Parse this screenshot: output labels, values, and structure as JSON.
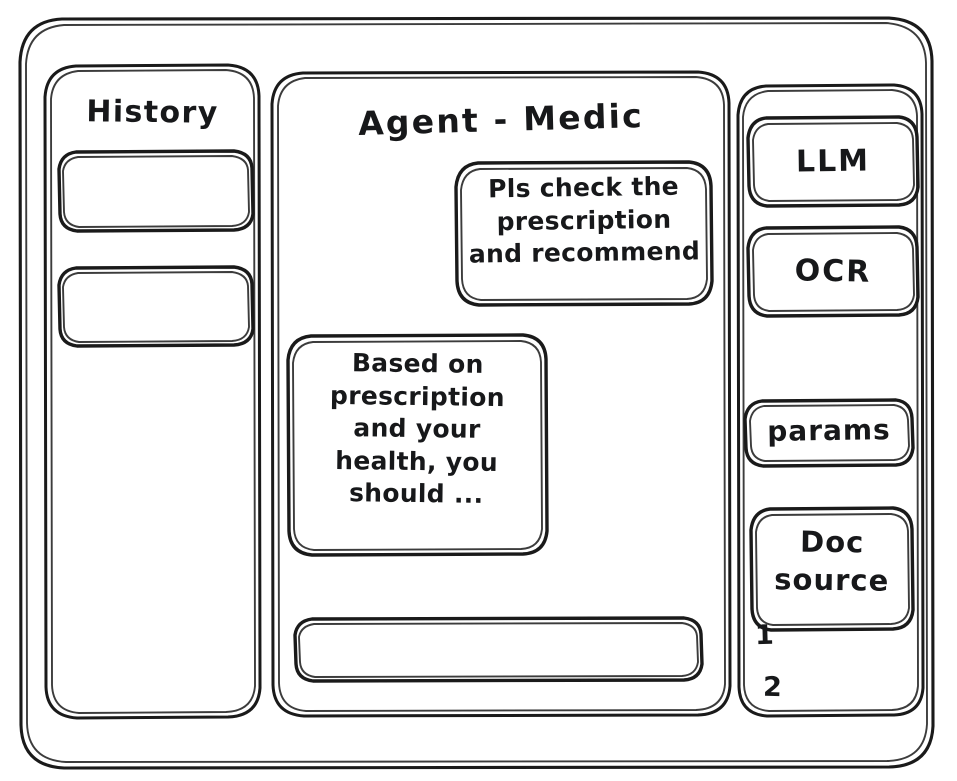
{
  "app": {
    "style": "hand-drawn-wireframe",
    "ink_color": "#1a1a1a",
    "background_color": "#ffffff"
  },
  "history_panel": {
    "title": "History",
    "items": [
      {
        "label": ""
      },
      {
        "label": ""
      }
    ]
  },
  "main_panel": {
    "title": "Agent - Medic",
    "messages": [
      {
        "role": "user",
        "align": "right",
        "text": "Pls check the\nprescription\nand recommend"
      },
      {
        "role": "assistant",
        "align": "left",
        "text": "Based on\nprescription\nand your\nhealth, you\nshould ..."
      }
    ],
    "composer": {
      "value": "",
      "placeholder": ""
    }
  },
  "tools_panel": {
    "buttons": [
      {
        "label": "LLM"
      },
      {
        "label": "OCR"
      },
      {
        "label": "params"
      }
    ],
    "doc_source": {
      "label": "Doc\nsource",
      "references": [
        {
          "number": "1"
        },
        {
          "number": "2"
        }
      ]
    }
  }
}
